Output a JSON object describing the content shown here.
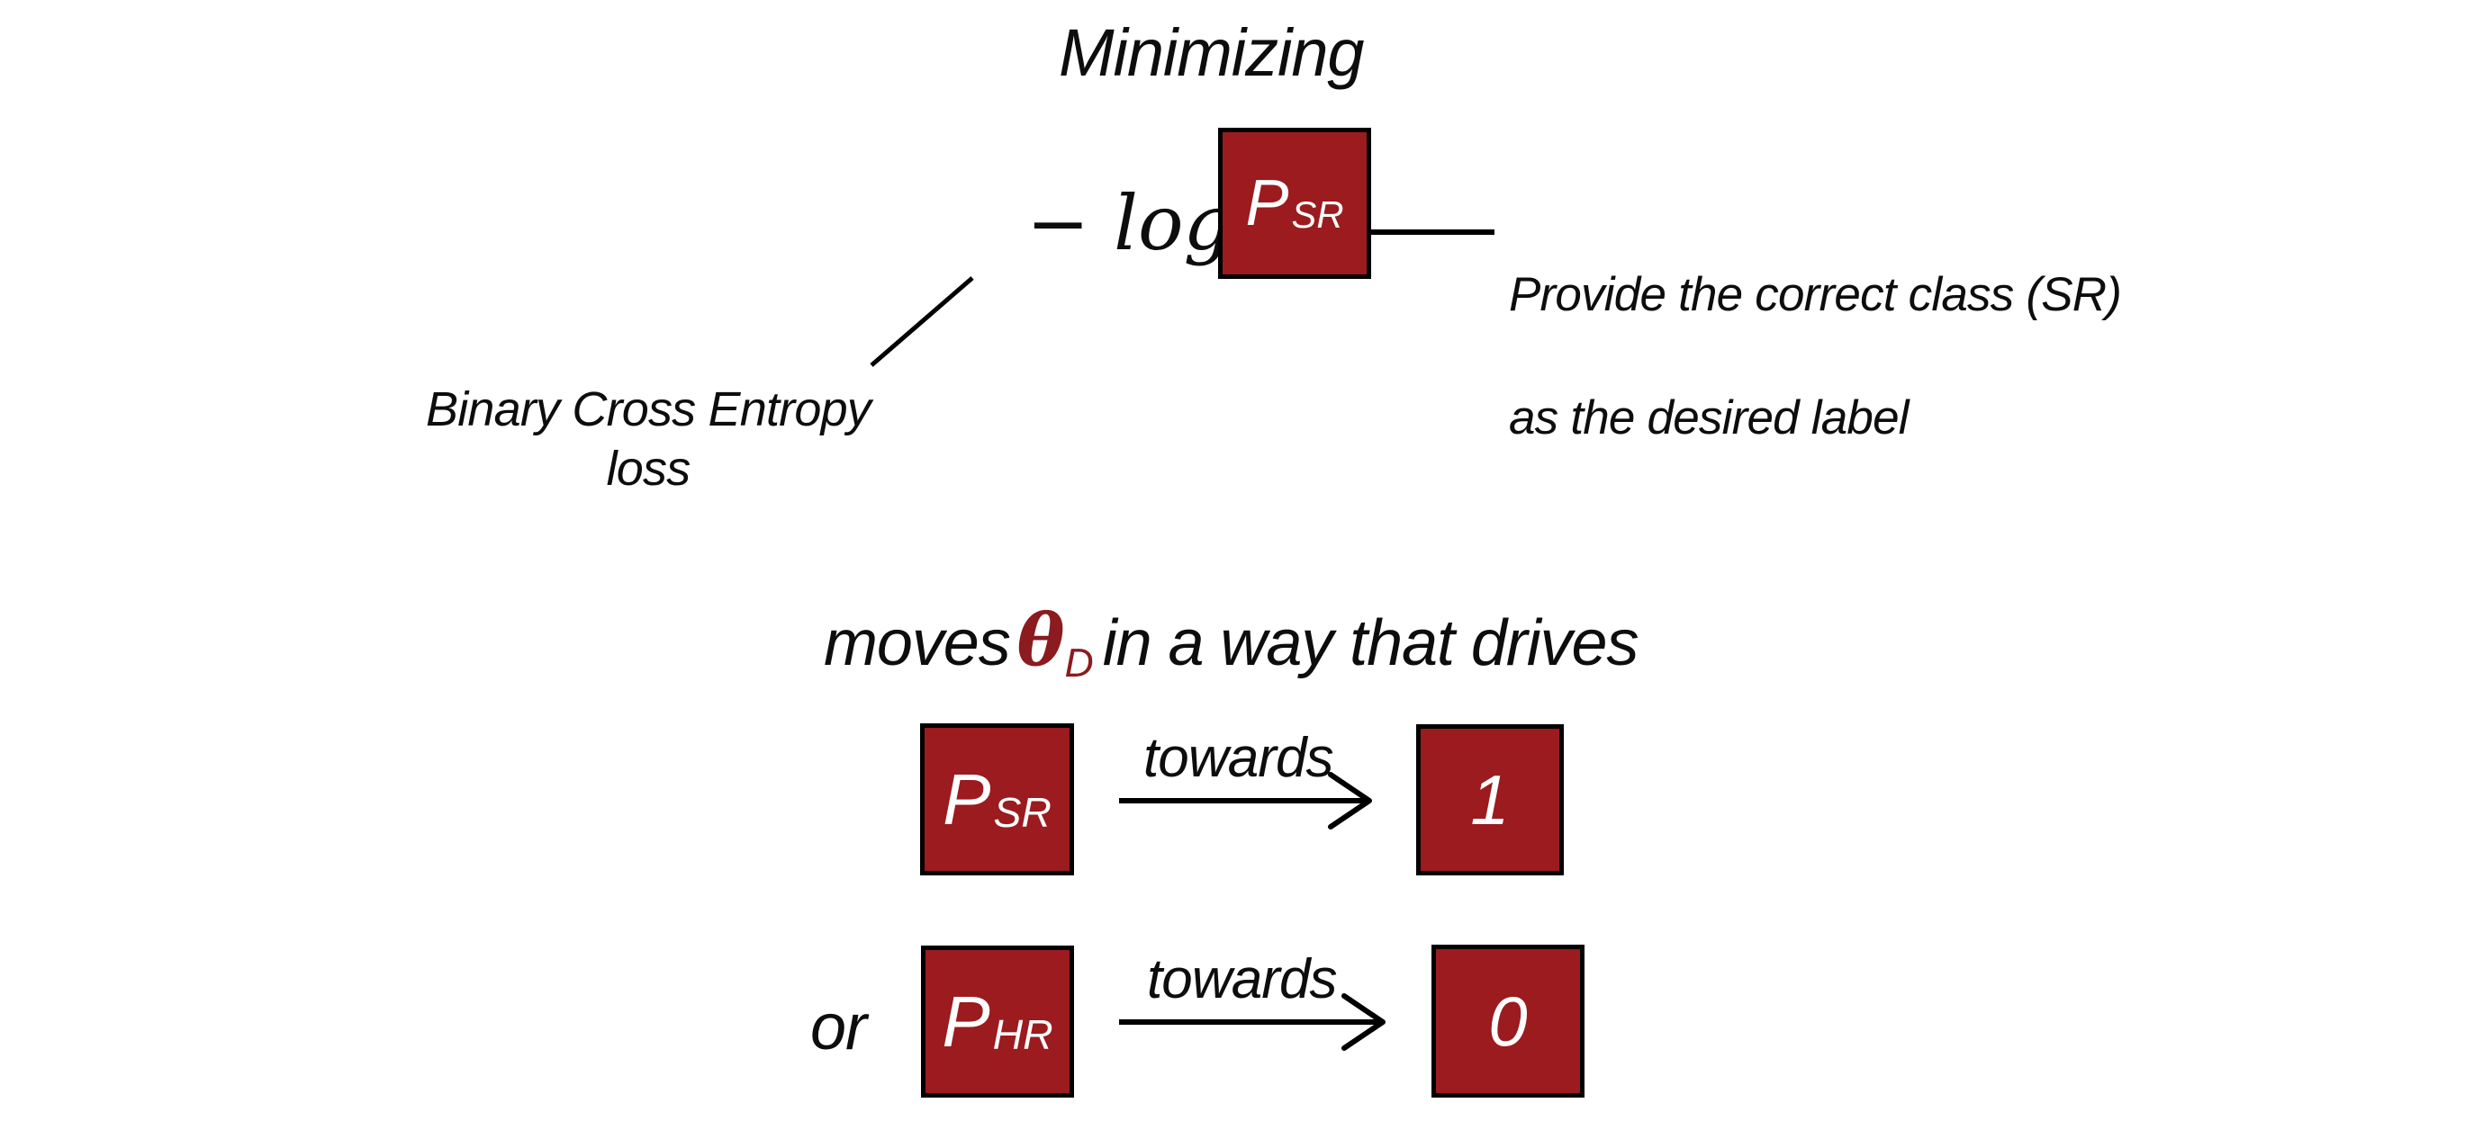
{
  "colors": {
    "background": "#ffffff",
    "box_fill": "#9B1B1E",
    "box_border": "#000000",
    "text": "#0d0d0d",
    "box_text": "#ffffff",
    "theta": "#8B1B1F",
    "line": "#000000"
  },
  "title": {
    "text": "Minimizing"
  },
  "equation": {
    "expression": "− log",
    "box": {
      "base": "P",
      "subscript": "SR"
    }
  },
  "annotations": {
    "bce": {
      "line1": "Binary Cross Entropy",
      "line2": "loss"
    },
    "correct_class": {
      "line1": "Provide the correct class (SR)",
      "line2": "as the desired label"
    }
  },
  "drives": {
    "pre": "moves",
    "theta": "θ",
    "theta_sub": "D",
    "post": "in a way that drives"
  },
  "rows": [
    {
      "source_base": "P",
      "source_sub": "SR",
      "arrow_label": "towards",
      "target": "1"
    },
    {
      "prefix": "or",
      "source_base": "P",
      "source_sub": "HR",
      "arrow_label": "towards",
      "target": "0"
    }
  ]
}
